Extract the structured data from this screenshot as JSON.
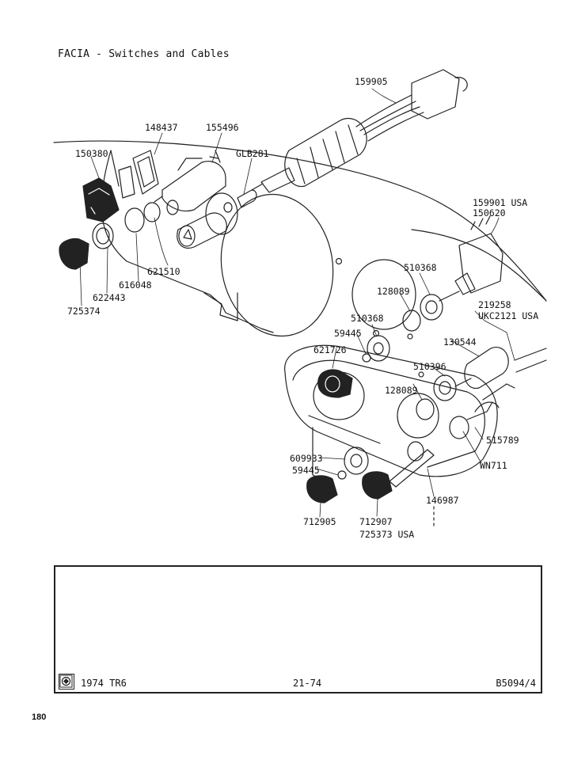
{
  "header": {
    "title": "FACIA - Switches and Cables"
  },
  "part_labels": {
    "p159905": "159905",
    "p148437": "148437",
    "p155496": "155496",
    "p150380": "150380",
    "pGLB281": "GLB281",
    "p621510": "621510",
    "p616048": "616048",
    "p622443": "622443",
    "p725374": "725374",
    "p159901": "159901 USA",
    "p150620": "150620",
    "p510368a": "510368",
    "p128089a": "128089",
    "p510368b": "510368",
    "p59445a": "59445",
    "p219258": "219258",
    "pUKC2121": "UKC2121 USA",
    "p130544": "130544",
    "p621726": "621726",
    "p510396": "510396",
    "p128089b": "128089",
    "p515789": "515789",
    "pWN711": "WN711",
    "p609933": "609933",
    "p59445b": "59445",
    "p146987": "146987",
    "p712905": "712905",
    "p712907": "712907",
    "p725373": "725373 USA"
  },
  "footer": {
    "model": "1974 TR6",
    "page_ref": "21-74",
    "catalog_ref": "B5094/4"
  },
  "page_number": "180"
}
